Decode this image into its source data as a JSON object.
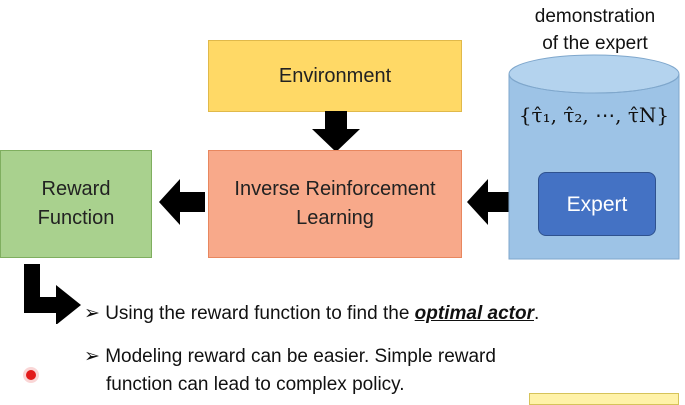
{
  "nodes": {
    "environment": "Environment",
    "irl_line1": "Inverse Reinforcement",
    "irl_line2": "Learning",
    "reward_line1": "Reward",
    "reward_line2": "Function",
    "expert": "Expert"
  },
  "database": {
    "label_line1": "demonstration",
    "label_line2": "of the expert",
    "content": "{τ̂₁, τ̂₂, ⋯, τ̂N}"
  },
  "bullets": [
    {
      "marker": "➢",
      "prefix": "Using the reward function to find the ",
      "emphasis": "optimal actor",
      "suffix": "."
    },
    {
      "marker": "➢",
      "line1": "Modeling reward can be easier. Simple reward",
      "line2": "function can lead to complex policy."
    }
  ],
  "colors": {
    "environment": "#ffd966",
    "irl": "#f8a98a",
    "reward": "#a9d18e",
    "database": "#9dc3e6",
    "expert": "#4472c4",
    "arrow": "#000000"
  }
}
